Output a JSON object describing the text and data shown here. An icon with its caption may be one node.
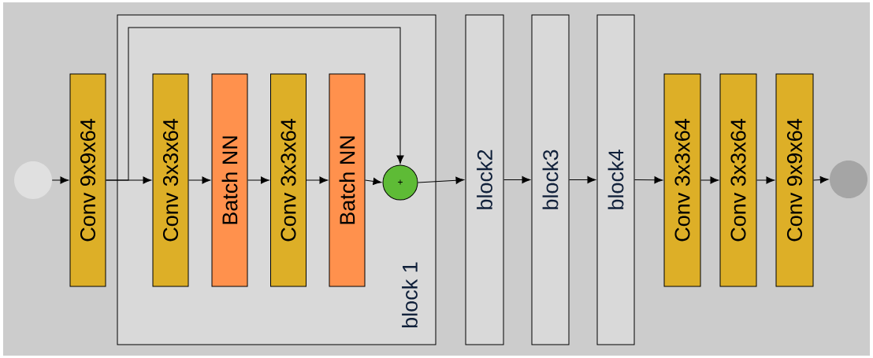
{
  "diagram": {
    "nodes": [
      {
        "text": [],
        "shape": "circle"
      },
      {
        "text": [
          "Conv 9x9x64"
        ]
      },
      {
        "text": [
          "block 1"
        ]
      },
      {
        "text": [
          "Conv 3x3x64"
        ],
        "in": 2
      },
      {
        "text": [
          "Batch NN"
        ],
        "in": 2
      },
      {
        "text": [
          "Conv 3x3x64"
        ],
        "in": 2
      },
      {
        "text": [
          "Batch NN"
        ],
        "in": 2
      },
      {
        "text": [
          "+"
        ],
        "in": 2
      },
      {
        "text": [
          "block2"
        ]
      },
      {
        "text": [
          "block3"
        ]
      },
      {
        "text": [
          "block4"
        ]
      },
      {
        "text": [
          "Conv 3x3x64"
        ]
      },
      {
        "text": [
          "Conv 3x3x64"
        ]
      },
      {
        "text": [
          "Conv 9x9x64"
        ]
      },
      {
        "text": [],
        "shape": "circle"
      }
    ],
    "edges": [
      {
        "from": 0,
        "to": 1,
        "arrow": "to"
      },
      {
        "from": 1,
        "to": 3,
        "arrow": "to"
      },
      {
        "from": 1,
        "to": 7,
        "arrow": "to"
      },
      {
        "from": 3,
        "to": 4,
        "arrow": "to"
      },
      {
        "from": 4,
        "to": 5,
        "arrow": "to"
      },
      {
        "from": 5,
        "to": 6,
        "arrow": "to"
      },
      {
        "from": 6,
        "to": 7,
        "arrow": "to"
      },
      {
        "from": 7,
        "to": 8,
        "arrow": "to"
      },
      {
        "from": 8,
        "to": 9,
        "arrow": "to"
      },
      {
        "from": 9,
        "to": 10,
        "arrow": "to"
      },
      {
        "from": 10,
        "to": 11,
        "arrow": "to"
      },
      {
        "from": 11,
        "to": 12,
        "arrow": "to"
      },
      {
        "from": 12,
        "to": 13,
        "arrow": "to"
      },
      {
        "from": 13,
        "to": 14,
        "arrow": "to"
      }
    ]
  }
}
